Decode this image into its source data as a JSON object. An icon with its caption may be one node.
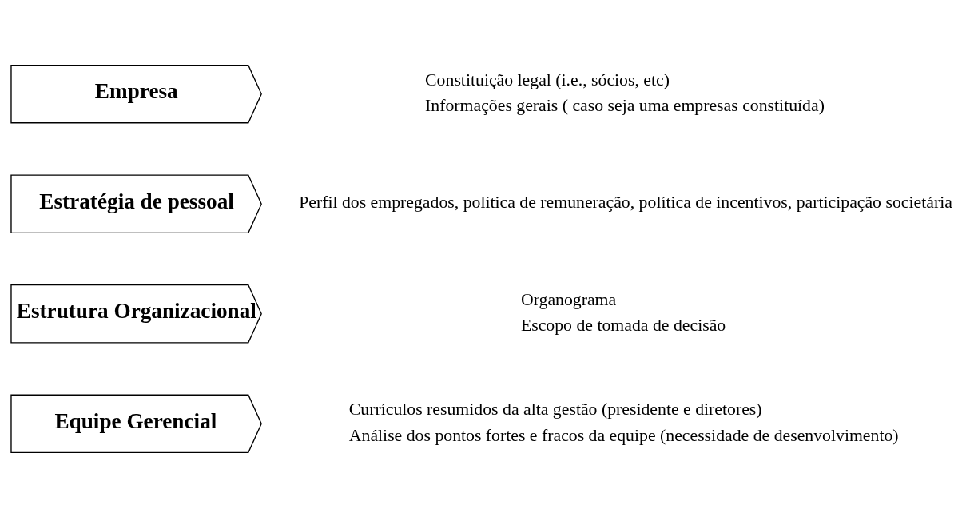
{
  "diagram": {
    "nodes": [
      {
        "text": [
          "Equipe Gerencial"
        ],
        "beside": [
          "Currículos resumidos da alta gestão (presidente e diretores)",
          "Análise dos pontos fortes e fracos da equipe (necessidade de desenvolvimento)"
        ]
      },
      {
        "text": [
          "Estrutura Organizacional"
        ],
        "beside": [
          "Organograma",
          "Escopo de tomada de decisão"
        ]
      },
      {
        "text": [
          "Estratégia de pessoal"
        ],
        "beside": [
          "Perfil dos empregados, política de remuneração, política de incentivos, participação societária"
        ]
      },
      {
        "text": [
          "Empresa"
        ],
        "beside": [
          "Constituição legal (i.e., sócios, etc)",
          "Informações gerais ( caso seja uma empresas constituída)"
        ]
      }
    ],
    "edges": []
  }
}
